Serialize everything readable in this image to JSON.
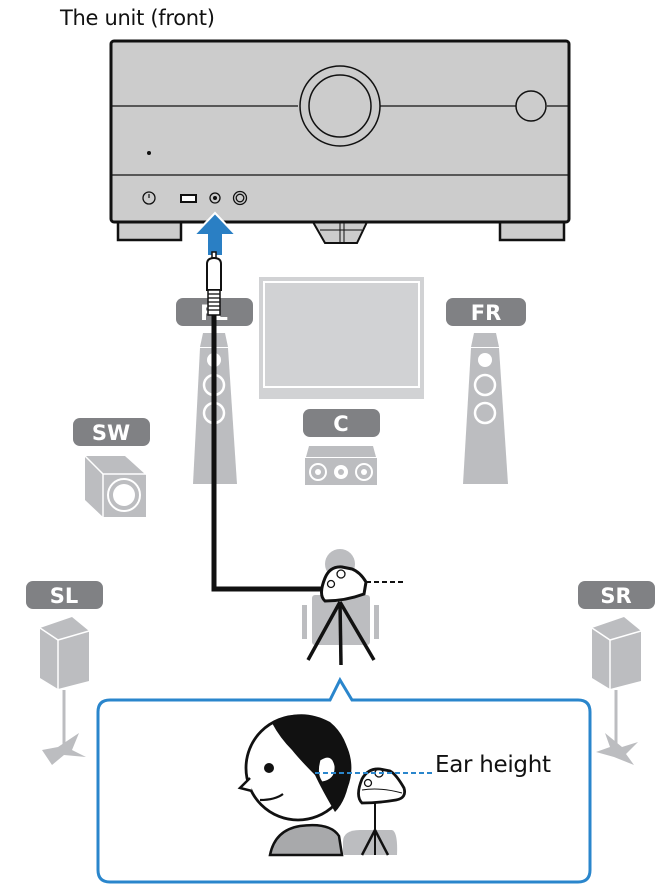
{
  "title": "The unit (front)",
  "callout": {
    "label": "Ear height"
  },
  "speakers": {
    "fl": "FL",
    "fr": "FR",
    "c": "C",
    "sw": "SW",
    "sl": "SL",
    "sr": "SR"
  },
  "colors": {
    "unit_body": "#cccccc",
    "speaker_gray": "#bcbdc0",
    "label_gray": "#808184",
    "arrow_blue": "#2a7fc4",
    "callout_blue": "#2a86cc",
    "line_black": "#111111"
  }
}
